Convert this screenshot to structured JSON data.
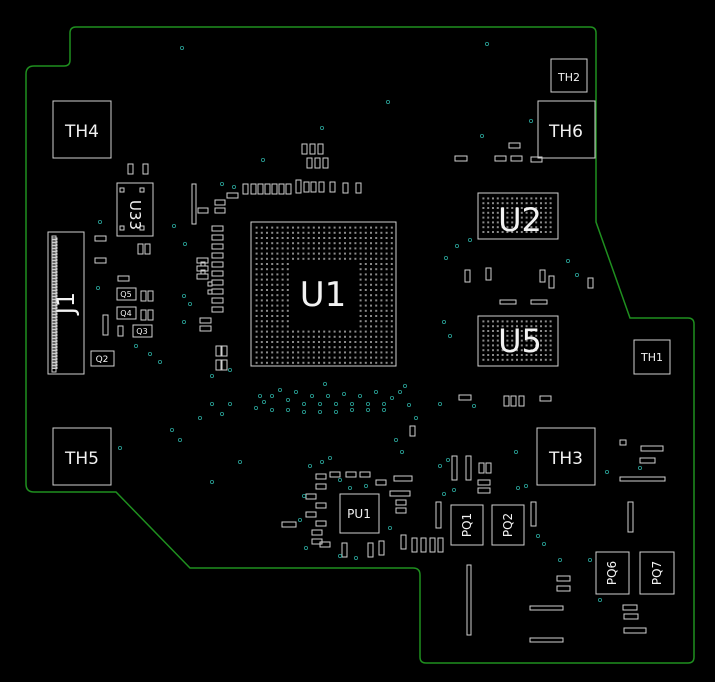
{
  "colors": {
    "background": "#000000",
    "outline": "#1f8f1f",
    "silkscreen": "#cfcfcf",
    "via": "#2aa59a",
    "label": "#f2f2f2"
  },
  "components": {
    "u1": "U1",
    "u2": "U2",
    "u5": "U5",
    "j1": "J1",
    "th1": "TH1",
    "th2": "TH2",
    "th3": "TH3",
    "th4": "TH4",
    "th5": "TH5",
    "th6": "TH6",
    "u33": "U33",
    "pu1": "PU1",
    "pq1": "PQ1",
    "pq2": "PQ2",
    "pq6": "PQ6",
    "pq7": "PQ7",
    "q2": "Q2",
    "q3": "Q3",
    "q4": "Q4",
    "q5": "Q5"
  }
}
